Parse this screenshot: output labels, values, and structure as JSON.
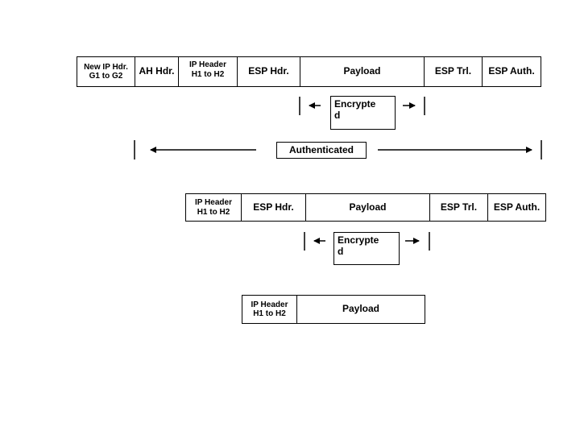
{
  "packet_tunnel": {
    "fields": [
      "New IP Hdr.\nG1 to G2",
      "AH Hdr.",
      "IP Header\nH1 to H2",
      "ESP Hdr.",
      "Payload",
      "ESP Trl.",
      "ESP Auth."
    ]
  },
  "encrypted_label": "Encrypte\nd",
  "authenticated_label": "Authenticated",
  "packet_transport": {
    "fields": [
      "IP Header\nH1 to H2",
      "ESP Hdr.",
      "Payload",
      "ESP Trl.",
      "ESP Auth."
    ]
  },
  "packet_plain": {
    "fields": [
      "IP Header\nH1 to H2",
      "Payload"
    ]
  }
}
